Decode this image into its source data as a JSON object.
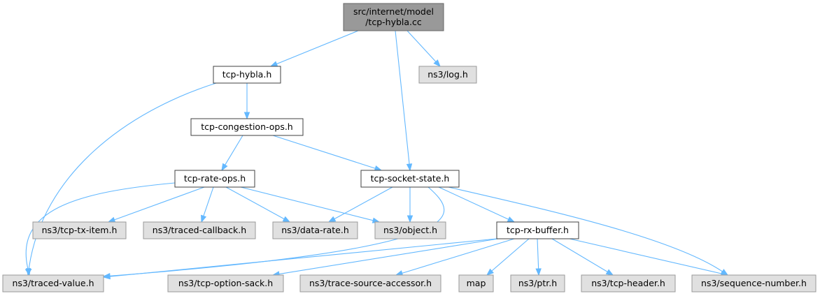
{
  "colors": {
    "root_fill": "#999999",
    "root_stroke": "#666666",
    "documented_fill": "#ffffff",
    "documented_stroke": "#404040",
    "external_fill": "#e0e0e0",
    "external_stroke": "#999999",
    "edge": "#63b8ff"
  },
  "nodes": {
    "root": {
      "lines": [
        "src/internet/model",
        "/tcp-hybla.cc"
      ],
      "kind": "root"
    },
    "tcp_hybla_h": {
      "lines": [
        "tcp-hybla.h"
      ],
      "kind": "documented"
    },
    "log_h": {
      "lines": [
        "ns3/log.h"
      ],
      "kind": "external"
    },
    "tcp_congestion_ops_h": {
      "lines": [
        "tcp-congestion-ops.h"
      ],
      "kind": "documented"
    },
    "tcp_rate_ops_h": {
      "lines": [
        "tcp-rate-ops.h"
      ],
      "kind": "documented"
    },
    "tcp_socket_state_h": {
      "lines": [
        "tcp-socket-state.h"
      ],
      "kind": "documented"
    },
    "tcp_tx_item_h": {
      "lines": [
        "ns3/tcp-tx-item.h"
      ],
      "kind": "external"
    },
    "traced_callback_h": {
      "lines": [
        "ns3/traced-callback.h"
      ],
      "kind": "external"
    },
    "data_rate_h": {
      "lines": [
        "ns3/data-rate.h"
      ],
      "kind": "external"
    },
    "object_h": {
      "lines": [
        "ns3/object.h"
      ],
      "kind": "external"
    },
    "tcp_rx_buffer_h": {
      "lines": [
        "tcp-rx-buffer.h"
      ],
      "kind": "documented"
    },
    "traced_value_h": {
      "lines": [
        "ns3/traced-value.h"
      ],
      "kind": "external"
    },
    "tcp_option_sack_h": {
      "lines": [
        "ns3/tcp-option-sack.h"
      ],
      "kind": "external"
    },
    "trace_source_accessor_h": {
      "lines": [
        "ns3/trace-source-accessor.h"
      ],
      "kind": "external"
    },
    "map": {
      "lines": [
        "map"
      ],
      "kind": "external"
    },
    "ptr_h": {
      "lines": [
        "ns3/ptr.h"
      ],
      "kind": "external"
    },
    "tcp_header_h": {
      "lines": [
        "ns3/tcp-header.h"
      ],
      "kind": "external"
    },
    "sequence_number_h": {
      "lines": [
        "ns3/sequence-number.h"
      ],
      "kind": "external"
    }
  },
  "edges": [
    {
      "from": "root",
      "to": "tcp_hybla_h"
    },
    {
      "from": "root",
      "to": "log_h"
    },
    {
      "from": "root",
      "to": "tcp_socket_state_h"
    },
    {
      "from": "tcp_hybla_h",
      "to": "tcp_congestion_ops_h"
    },
    {
      "from": "tcp_hybla_h",
      "to": "traced_value_h"
    },
    {
      "from": "tcp_congestion_ops_h",
      "to": "tcp_rate_ops_h"
    },
    {
      "from": "tcp_congestion_ops_h",
      "to": "tcp_socket_state_h"
    },
    {
      "from": "tcp_rate_ops_h",
      "to": "tcp_tx_item_h"
    },
    {
      "from": "tcp_rate_ops_h",
      "to": "traced_callback_h"
    },
    {
      "from": "tcp_rate_ops_h",
      "to": "data_rate_h"
    },
    {
      "from": "tcp_rate_ops_h",
      "to": "object_h"
    },
    {
      "from": "tcp_rate_ops_h",
      "to": "traced_value_h"
    },
    {
      "from": "tcp_socket_state_h",
      "to": "data_rate_h"
    },
    {
      "from": "tcp_socket_state_h",
      "to": "object_h"
    },
    {
      "from": "tcp_socket_state_h",
      "to": "tcp_rx_buffer_h"
    },
    {
      "from": "tcp_socket_state_h",
      "to": "sequence_number_h"
    },
    {
      "from": "tcp_socket_state_h",
      "to": "traced_value_h"
    },
    {
      "from": "tcp_rx_buffer_h",
      "to": "traced_value_h"
    },
    {
      "from": "tcp_rx_buffer_h",
      "to": "tcp_option_sack_h"
    },
    {
      "from": "tcp_rx_buffer_h",
      "to": "trace_source_accessor_h"
    },
    {
      "from": "tcp_rx_buffer_h",
      "to": "map"
    },
    {
      "from": "tcp_rx_buffer_h",
      "to": "ptr_h"
    },
    {
      "from": "tcp_rx_buffer_h",
      "to": "tcp_header_h"
    },
    {
      "from": "tcp_rx_buffer_h",
      "to": "sequence_number_h"
    }
  ]
}
